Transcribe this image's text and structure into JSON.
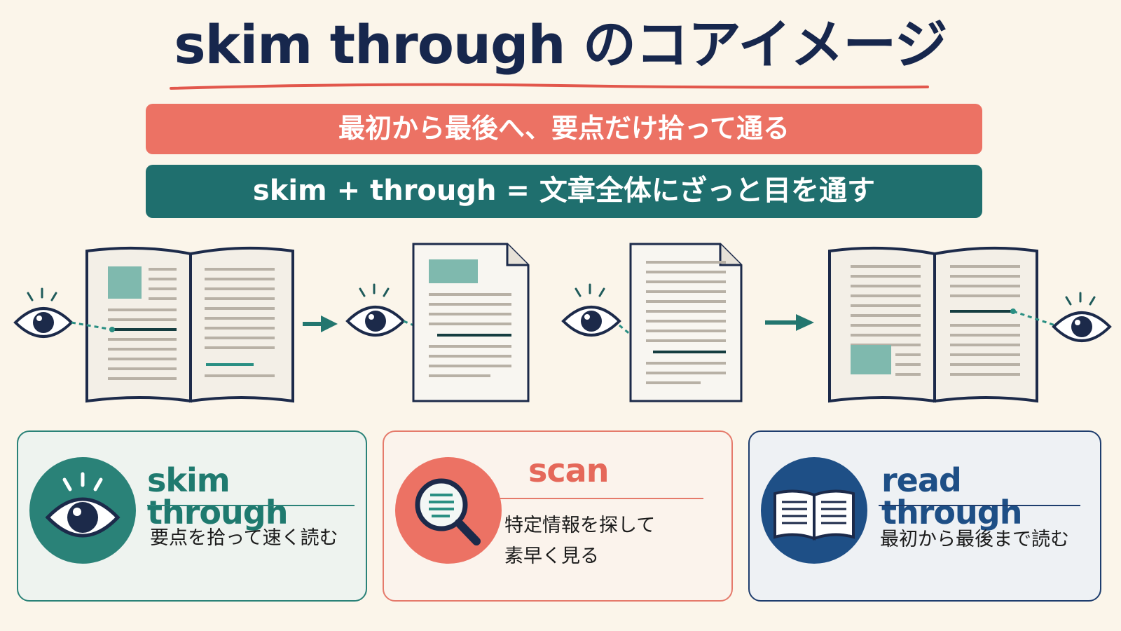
{
  "title": "skim through のコアイメージ",
  "banners": {
    "coral": "最初から最後へ、要点だけ拾って通る",
    "teal": "skim + through = 文章全体にざっと目を通す"
  },
  "colors": {
    "navy": "#17274d",
    "coral": "#ec7264",
    "teal": "#1f6f6e",
    "highlight": "#5fd3b8",
    "page": "#f3efe7"
  },
  "illustration": {
    "icons": [
      "eye-icon",
      "open-book-icon",
      "document-icon",
      "arrow-right-icon"
    ]
  },
  "cards": [
    {
      "id": "skim",
      "title": "skim through",
      "description": [
        "要点を拾って速く読む"
      ],
      "icon": "eye-icon",
      "color": "#1f7a6f"
    },
    {
      "id": "scan",
      "title": "scan",
      "description": [
        "特定情報を探して",
        "素早く見る"
      ],
      "icon": "magnifier-icon",
      "color": "#e5685a"
    },
    {
      "id": "read",
      "title": "read through",
      "description": [
        "最初から最後まで読む"
      ],
      "icon": "open-book-icon",
      "color": "#1e4f86"
    }
  ]
}
